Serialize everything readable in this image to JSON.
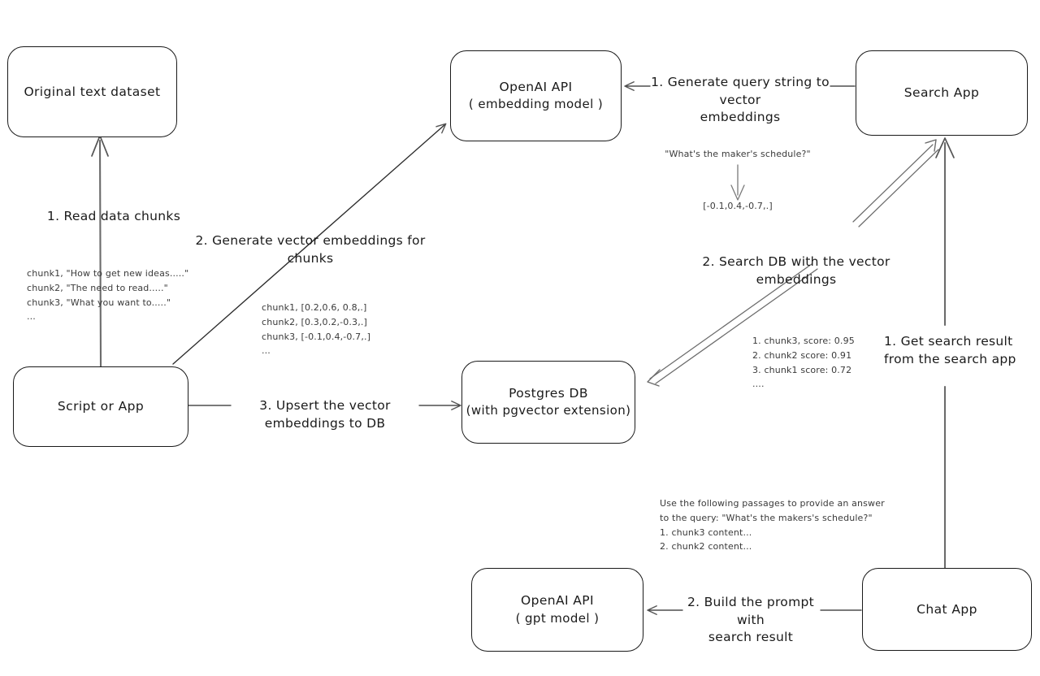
{
  "diagram": {
    "title": "RAG pipeline with pgvector",
    "stroke_color": "#1a1a1a",
    "arrow_color": "#555555",
    "note_color": "#3a3a3a",
    "background": "#ffffff"
  },
  "nodes": {
    "original_dataset": {
      "label": "Original text dataset"
    },
    "openai_embedding": {
      "line1": "OpenAI API",
      "line2": "( embedding model )"
    },
    "search_app": {
      "label": "Search App"
    },
    "script_or_app": {
      "label": "Script or App"
    },
    "postgres_db": {
      "line1": "Postgres DB",
      "line2": "(with pgvector extension)"
    },
    "openai_gpt": {
      "line1": "OpenAI API",
      "line2": "( gpt model )"
    },
    "chat_app": {
      "label": "Chat App"
    }
  },
  "edge_labels": {
    "read_data_chunks": "1. Read data chunks",
    "generate_embeddings": "2. Generate vector embeddings for chunks",
    "upsert_to_db": "3. Upsert the vector embeddings  to DB",
    "generate_query_embeddings": "1. Generate query string to vector\nembeddings",
    "search_db": "2. Search DB with the vector embeddings",
    "get_search_result": "1. Get search result\nfrom the search app",
    "build_prompt": "2. Build the prompt with\nsearch result"
  },
  "notes": {
    "chunks_text": "chunk1, \"How to get new ideas.....\"\nchunk2, \"The need to read.....\"\nchunk3, \"What you want to.....\"\n...",
    "chunk_vectors": "chunk1, [0.2,0.6, 0.8,.]\nchunk2, [0.3,0.2,-0.3,.]\nchunk3, [-0.1,0.4,-0.7,.]\n...",
    "query_string": "\"What's the maker's schedule?\"",
    "query_vector": "[-0.1,0.4,-0.7,.]",
    "search_results": "1. chunk3, score: 0.95\n2. chunk2 score: 0.91\n3. chunk1 score: 0.72\n....",
    "prompt_text": "Use the following passages to provide an answer\nto the query: \"What's the makers's schedule?\"\n1. chunk3 content...\n2. chunk2 content..."
  }
}
